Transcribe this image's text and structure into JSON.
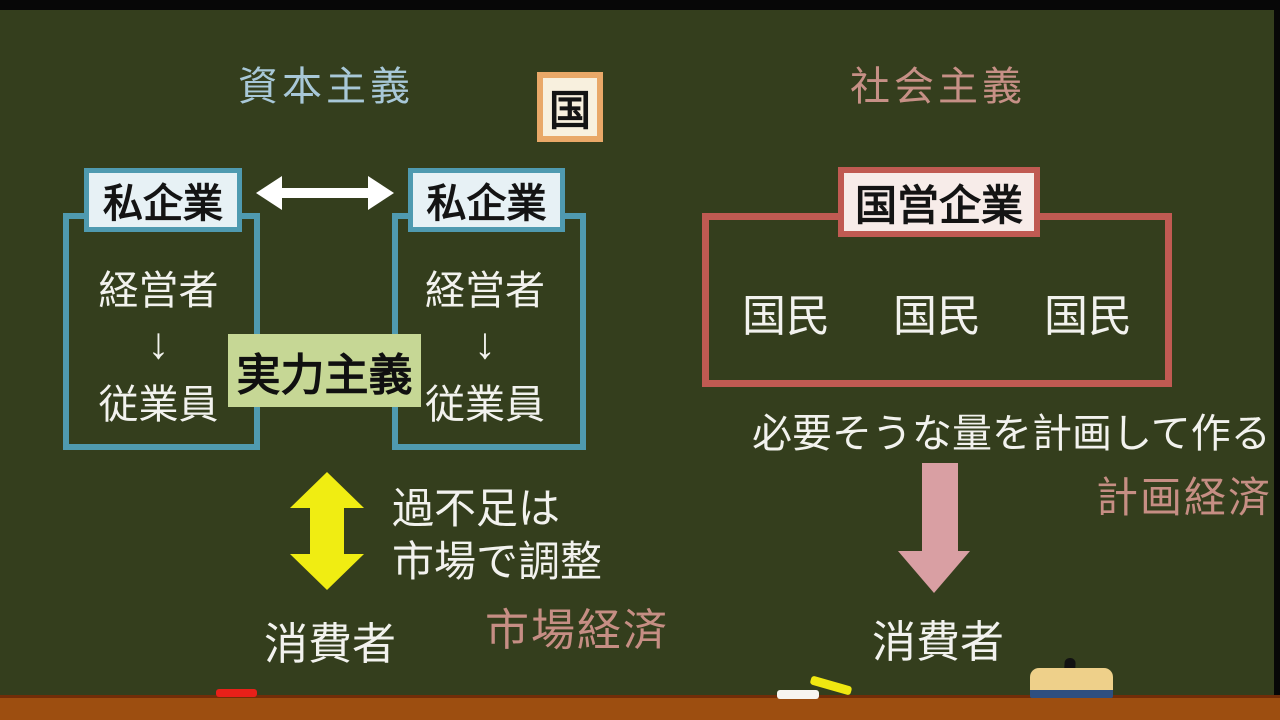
{
  "headers": {
    "capitalism": "資本主義",
    "socialism": "社会主義",
    "state": "国"
  },
  "capitalism": {
    "company_left": {
      "title": "私企業",
      "manager": "経営者",
      "hierarchy_arrow": "↓",
      "employee": "従業員"
    },
    "company_right": {
      "title": "私企業",
      "manager": "経営者",
      "hierarchy_arrow": "↓",
      "employee": "従業員"
    },
    "meritocracy": "実力主義",
    "adjust_line1": "過不足は",
    "adjust_line2": "市場で調整",
    "economy_label": "市場経済",
    "consumer": "消費者"
  },
  "socialism": {
    "state_company": "国営企業",
    "citizens": [
      "国民",
      "国民",
      "国民"
    ],
    "plan_text": "必要そうな量を計画して作る",
    "economy_label": "計画経済",
    "consumer": "消費者"
  },
  "colors": {
    "board_bg": "#343e1d",
    "capitalism_header": "#a8c8d8",
    "socialism_header": "#c69086",
    "teal_border": "#4f9ab0",
    "red_border": "#c05a52",
    "state_box_border": "#e9a868",
    "meritocracy_bg": "#c6d795",
    "market_arrow": "#f0ed12",
    "plan_arrow": "#d99fa3",
    "tray": "#9d4e10",
    "chalk_red": "#e82019",
    "chalk_white": "#f7f5f0",
    "chalk_yellow": "#f0e811"
  }
}
